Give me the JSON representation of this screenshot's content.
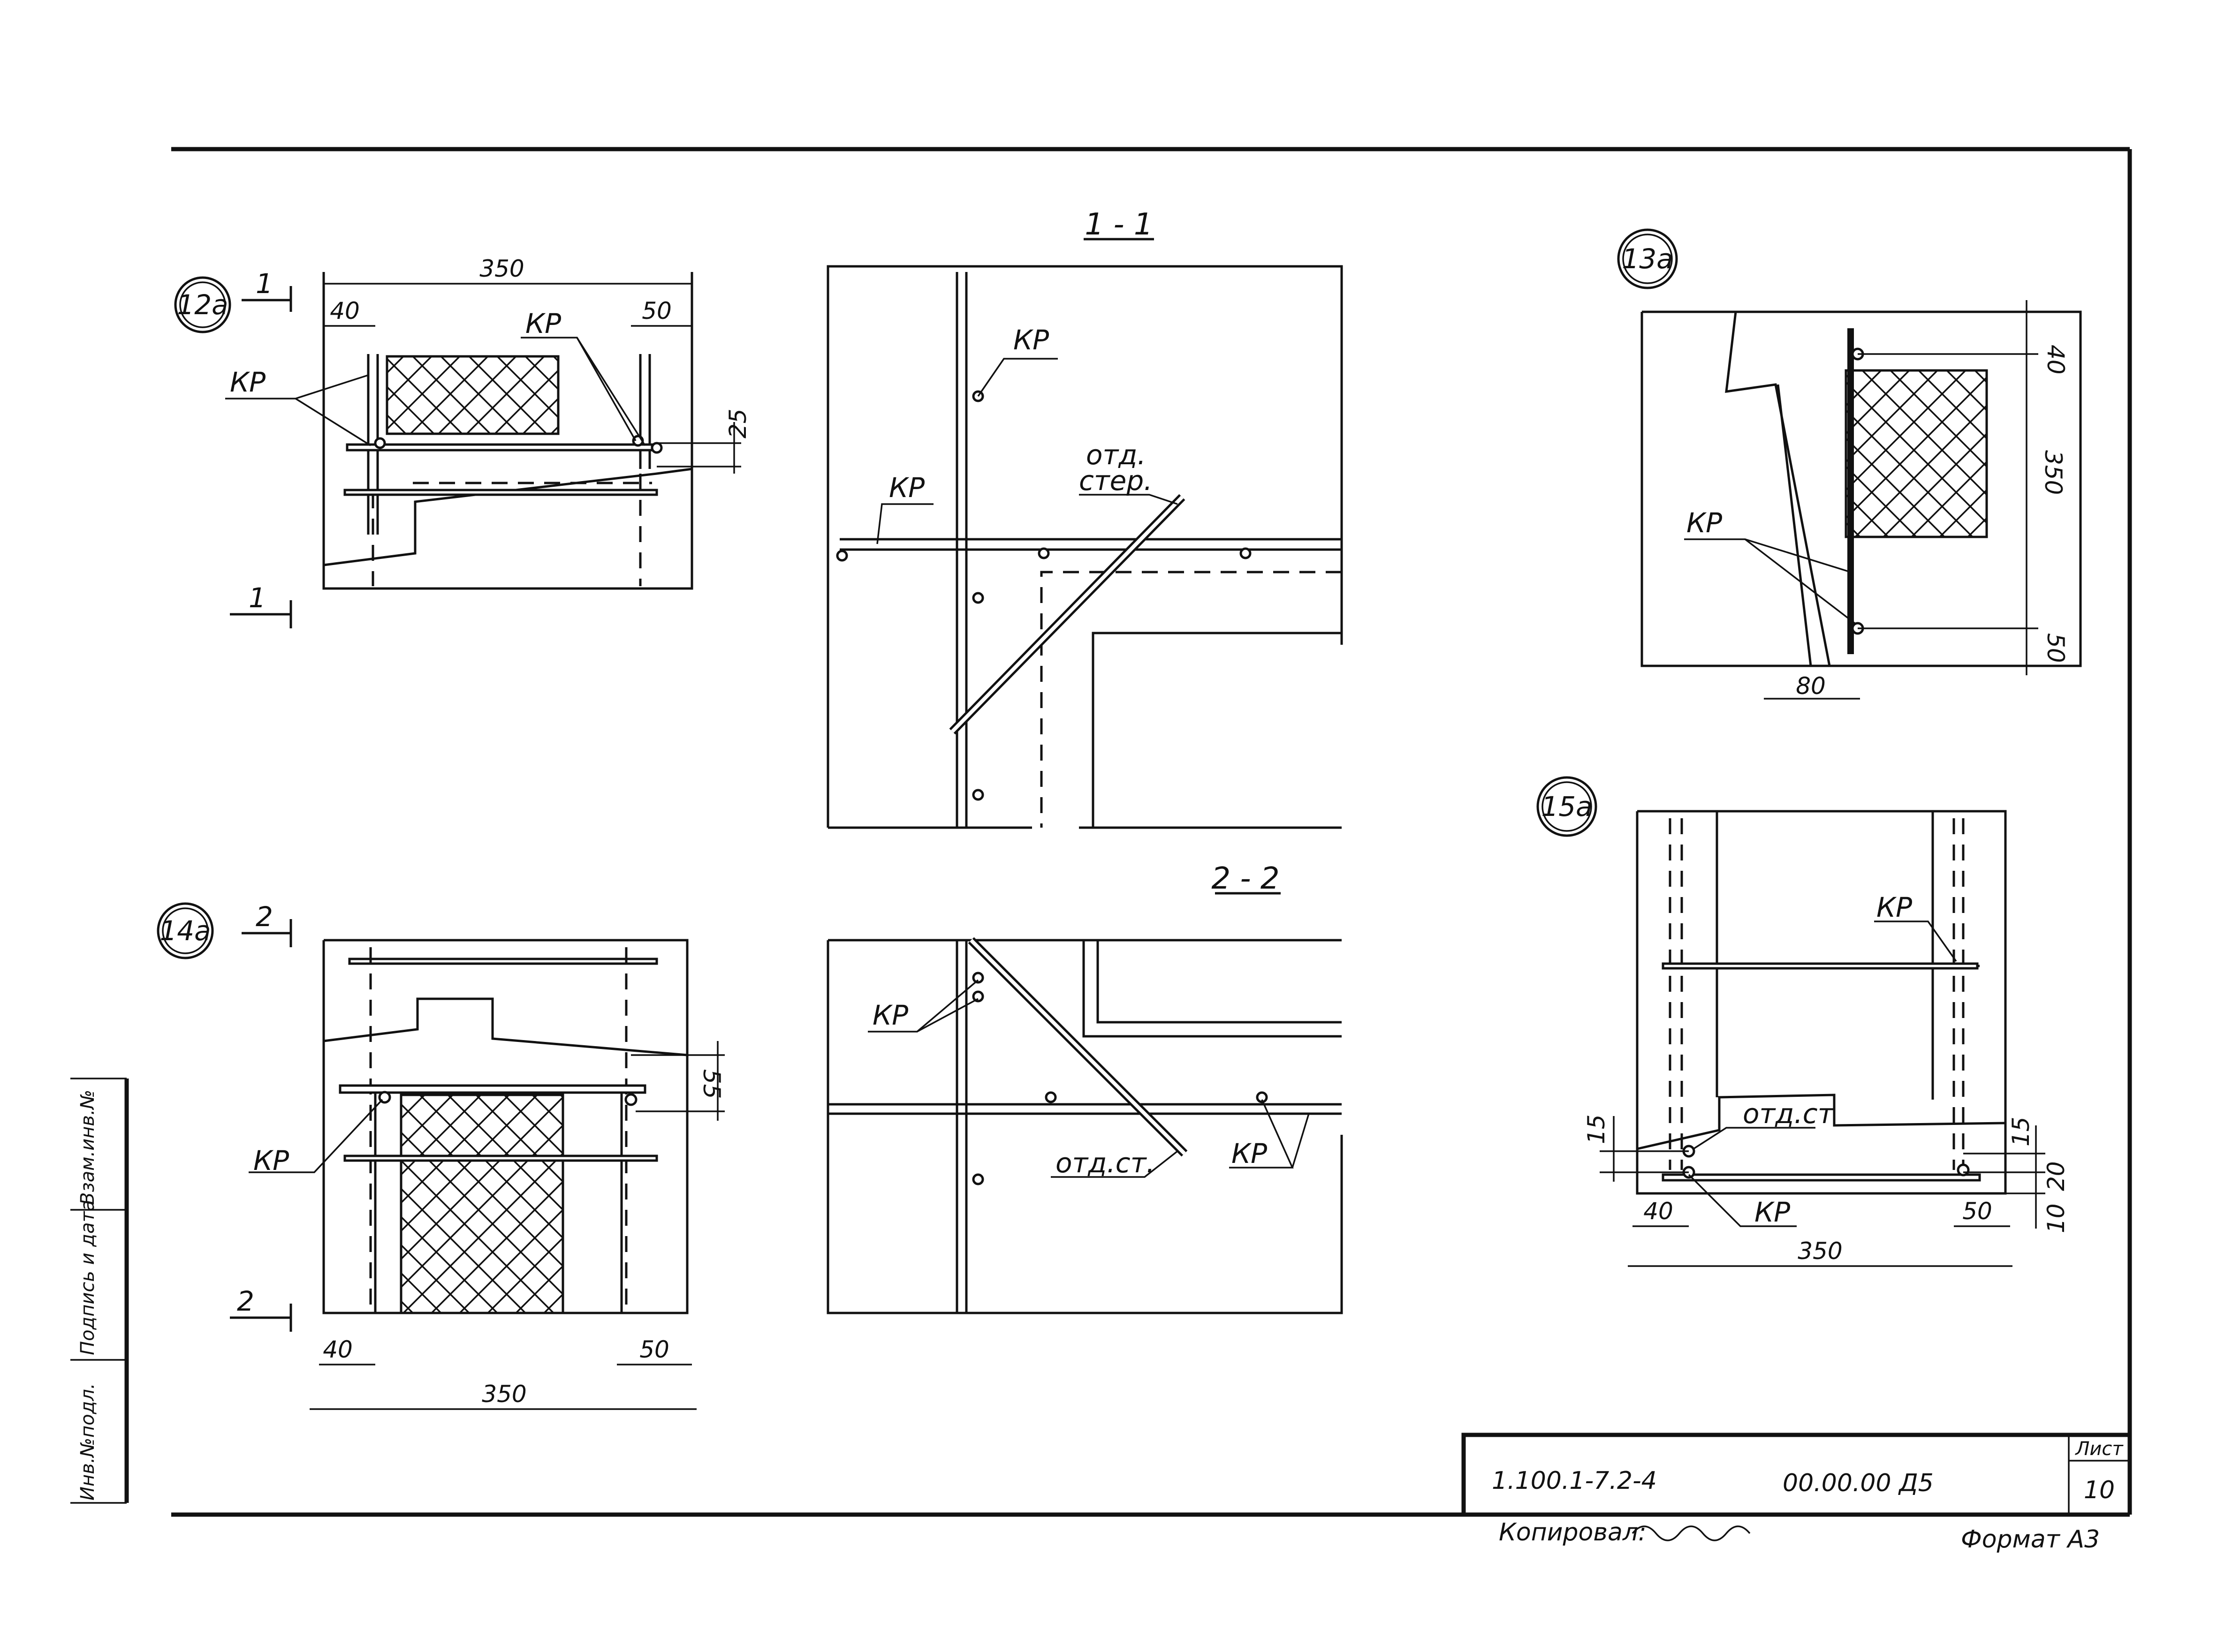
{
  "nodes": {
    "n12a": {
      "id": "12a",
      "dims": {
        "total": "350",
        "left": "40",
        "right": "50",
        "vert": "25"
      },
      "rebar": "КР",
      "section_top": "1",
      "section_bottom": "1"
    },
    "n13a": {
      "id": "13a",
      "dims": {
        "top": "40",
        "total": "350",
        "bottom": "50",
        "offset": "80"
      },
      "rebar": "КР"
    },
    "n14a": {
      "id": "14a",
      "dims": {
        "total": "350",
        "left": "40",
        "right": "50",
        "vert": "55"
      },
      "rebar": "КР",
      "section_top": "2",
      "section_bottom": "2"
    },
    "n15a": {
      "id": "15a",
      "dims": {
        "total": "350",
        "left": "40",
        "right": "50",
        "v1": "15",
        "v2": "15",
        "v3": "20",
        "v4": "10"
      },
      "rebar": "КР",
      "rebar_note": "отд.ст"
    }
  },
  "sections": {
    "s1": {
      "title": "1 - 1",
      "rebar": "КР",
      "note_line1": "отд.",
      "note_line2": "стер."
    },
    "s2": {
      "title": "2 - 2",
      "rebar": "КР",
      "note": "отд.ст."
    }
  },
  "side_stamp": {
    "f1": "Инв.№подл.",
    "f2": "Подпись и дата",
    "f3": "Взам.инв.№"
  },
  "title_block": {
    "doc_code": "1.100.1-7.2-4",
    "drawing_no": "00.00.00 Д5",
    "sheet_label": "Лист",
    "sheet_no": "10"
  },
  "footer": {
    "copied": "Копировал:",
    "format": "Формат А3"
  }
}
